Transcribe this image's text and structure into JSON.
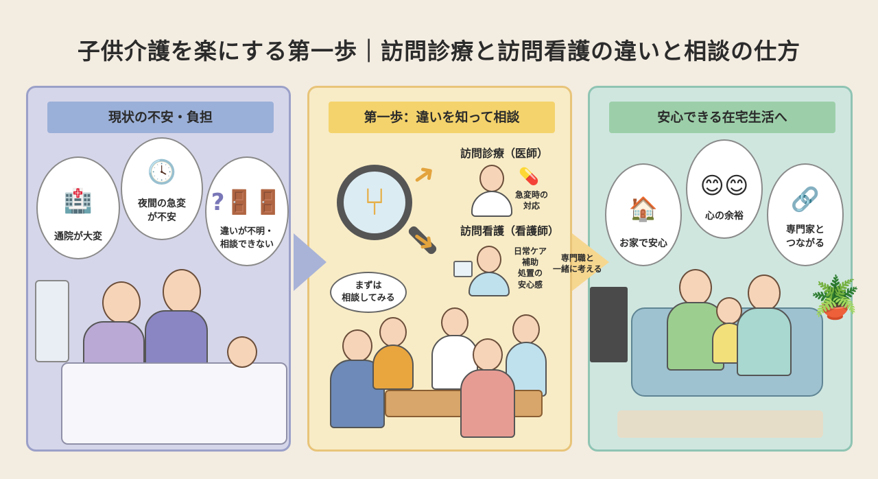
{
  "title": "子供介護を楽にする第一歩｜訪問診療と訪問看護の違いと相談の仕方",
  "panels": [
    {
      "header": "現状の不安・負担",
      "bubbles": [
        "通院が大変",
        "夜間の急変\nが不安",
        "違いが不明・\n相談できない"
      ]
    },
    {
      "header": "第一歩：違いを知って相談",
      "doctor_title": "訪問診療（医師）",
      "doctor_desc": "急変時の\n対応",
      "nurse_title": "訪問看護（看護師）",
      "nurse_desc": "日常ケア\n補助\n処置の\n安心感",
      "speech": "まずは\n相談してみる",
      "arrow_text": "専門職と\n一緒に考える"
    },
    {
      "header": "安心できる在宅生活へ",
      "bubbles": [
        "お家で安心",
        "心の余裕",
        "専門家と\nつながる"
      ]
    }
  ],
  "colors": {
    "bg": "#f3ece1",
    "panel1": "#d6d6ea",
    "panel2": "#f8ecc6",
    "panel3": "#cfe6df"
  }
}
